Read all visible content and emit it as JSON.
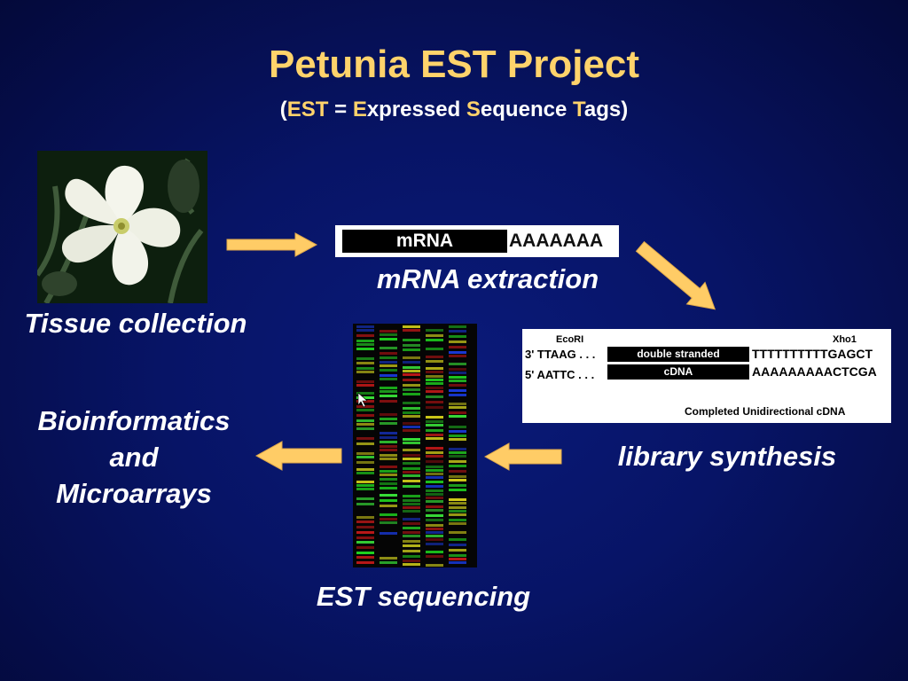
{
  "title": "Petunia EST Project",
  "subtitle": {
    "open": "(",
    "est": "EST",
    "equals": " = ",
    "e": "E",
    "xpressed": "xpressed ",
    "s": "S",
    "equence": "equence ",
    "t": "T",
    "ags": "ags",
    "close": ")"
  },
  "steps": {
    "tissue": "Tissue collection",
    "mrna": "mRNA extraction",
    "library": "library synthesis",
    "sequencing": "EST sequencing",
    "bioinformatics": [
      "Bioinformatics",
      "and",
      "Microarrays"
    ]
  },
  "mrna_diagram": {
    "bar_label": "mRNA",
    "poly_a": "AAAAAAA"
  },
  "cdna_diagram": {
    "left_site": "EcoRI",
    "right_site": "Xho1",
    "top_prefix": "3' TTAAG . . .",
    "bottom_prefix": "5' AATTC . . .",
    "top_bar": "double stranded",
    "bottom_bar": "cDNA",
    "top_suffix": "TTTTTTTTTTGAGCT",
    "bottom_suffix": "AAAAAAAAACTCGA",
    "caption": "Completed Unidirectional cDNA"
  },
  "colors": {
    "title": "#ffd36b",
    "arrow": "#ffcc66",
    "background": "#071466"
  }
}
